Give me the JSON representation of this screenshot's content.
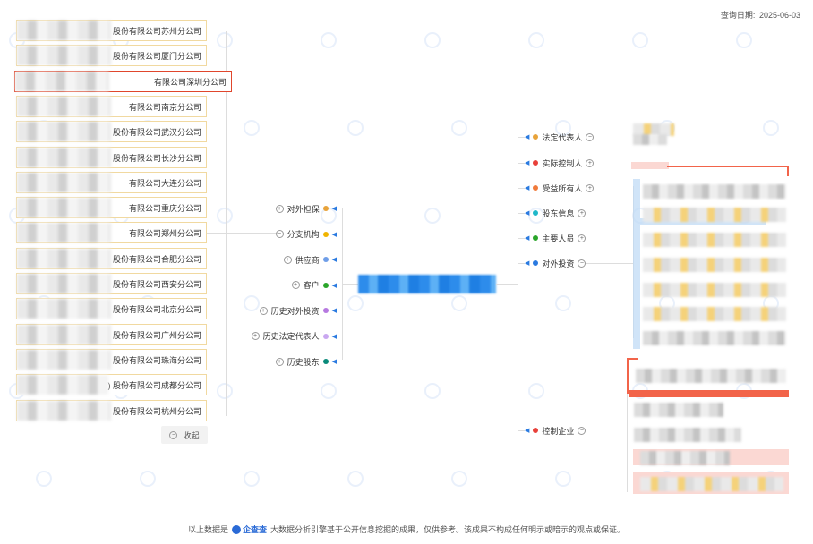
{
  "query_date": {
    "label": "查询日期:",
    "value": "2025-06-03"
  },
  "branches": [
    "股份有限公司苏州分公司",
    "股份有限公司厦门分公司",
    "有限公司深圳分公司",
    "有限公司南京分公司",
    "股份有限公司武汉分公司",
    "股份有限公司长沙分公司",
    "有限公司大连分公司",
    "有限公司重庆分公司",
    "有限公司郑州分公司",
    "股份有限公司合肥分公司",
    "股份有限公司西安分公司",
    "股份有限公司北京分公司",
    "股份有限公司广州分公司",
    "股份有限公司珠海分公司",
    ") 股份有限公司成都分公司",
    "股份有限公司杭州分公司"
  ],
  "collapse_label": "收起",
  "left_categories": [
    {
      "label": "对外担保",
      "color": "#e8a33a",
      "toggle": "+"
    },
    {
      "label": "分支机构",
      "color": "#f0b400",
      "toggle": "−"
    },
    {
      "label": "供应商",
      "color": "#6f9ee8",
      "toggle": "+"
    },
    {
      "label": "客户",
      "color": "#2aa52a",
      "toggle": "+"
    },
    {
      "label": "历史对外投资",
      "color": "#b679e0",
      "toggle": "+"
    },
    {
      "label": "历史法定代表人",
      "color": "#c9a7f0",
      "toggle": "+"
    },
    {
      "label": "历史股东",
      "color": "#0a8a7a",
      "toggle": "+"
    }
  ],
  "right_categories": [
    {
      "label": "法定代表人",
      "color": "#e8a33a",
      "toggle": "−"
    },
    {
      "label": "实际控制人",
      "color": "#e8403a",
      "toggle": "+"
    },
    {
      "label": "受益所有人",
      "color": "#f07a3a",
      "toggle": "+"
    },
    {
      "label": "股东信息",
      "color": "#1fb8c9",
      "toggle": "+"
    },
    {
      "label": "主要人员",
      "color": "#2aa52a",
      "toggle": "+"
    },
    {
      "label": "对外投资",
      "color": "#2a7ae0",
      "toggle": "−"
    },
    {
      "label": "控制企业",
      "color": "#e8403a",
      "toggle": "−"
    }
  ],
  "footer": {
    "prefix": "以上数据是",
    "brand": "企查查",
    "suffix": "大数据分析引擎基于公开信息挖掘的成果，仅供参考。该成果不构成任何明示或暗示的观点或保证。"
  }
}
